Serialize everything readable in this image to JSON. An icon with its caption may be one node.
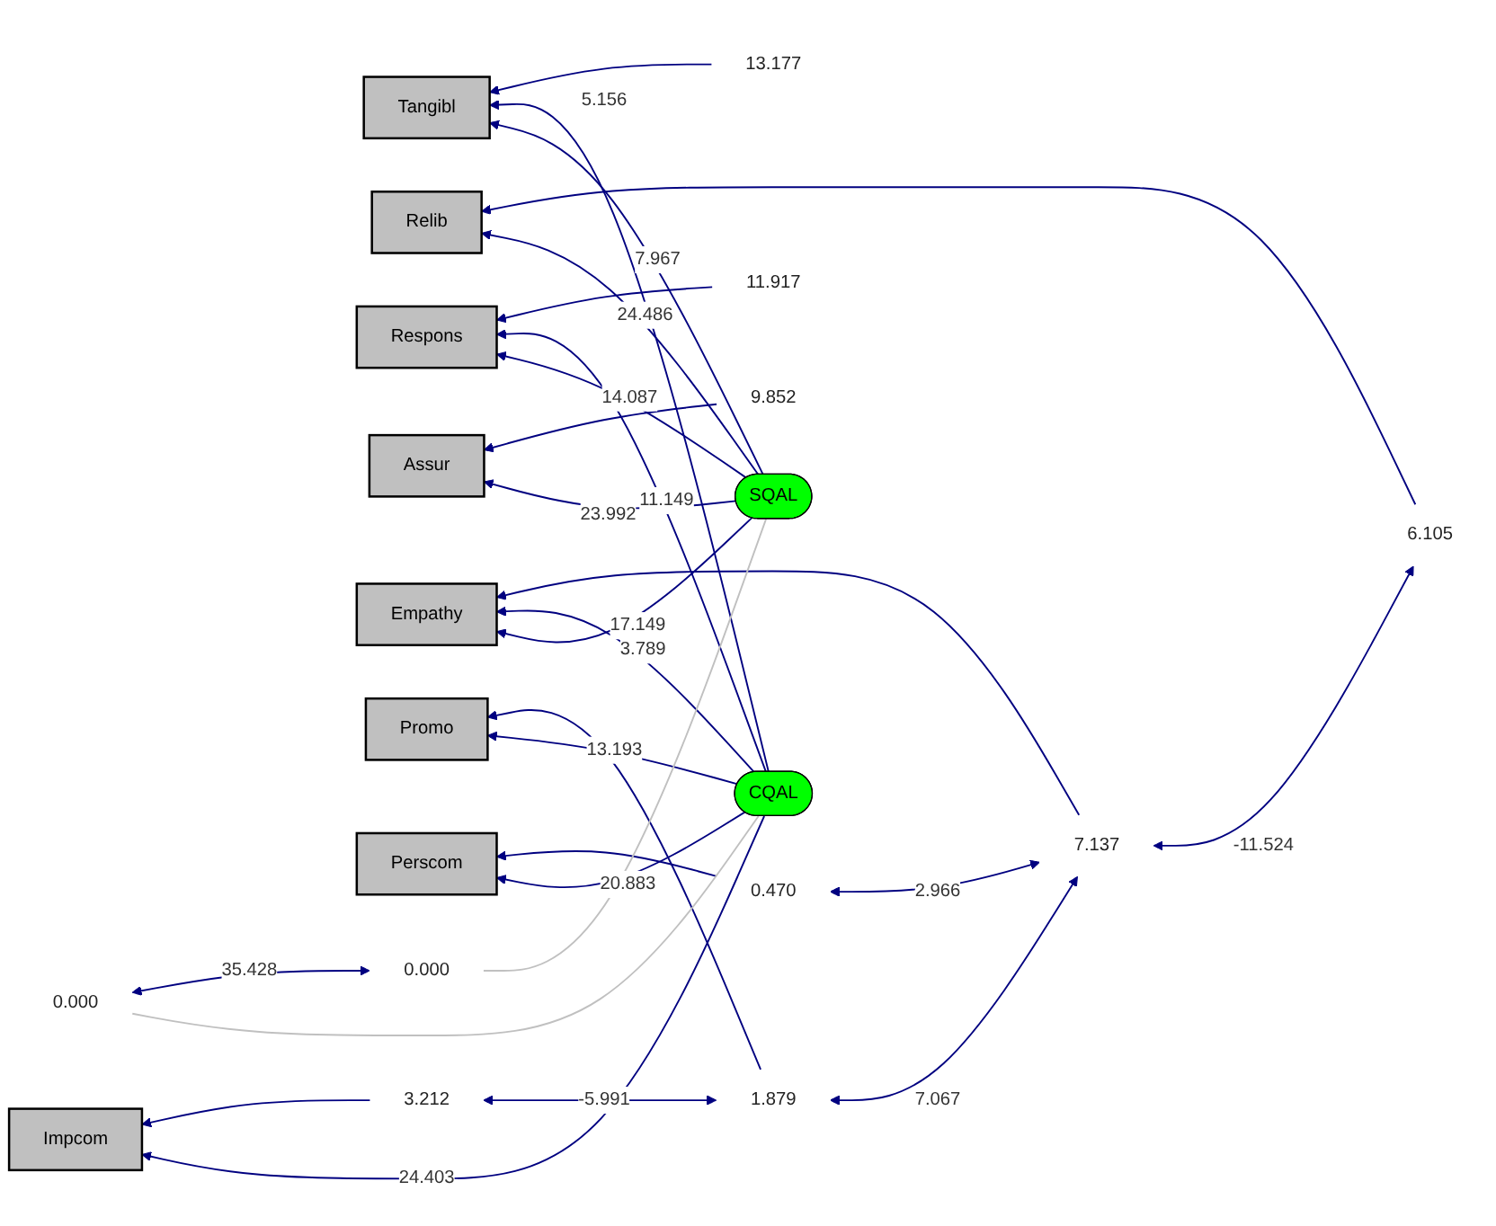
{
  "diagram": {
    "nodes": [
      {
        "text": [
          "Tangibl"
        ]
      },
      {
        "text": [
          "Relib"
        ]
      },
      {
        "text": [
          "Respons"
        ]
      },
      {
        "text": [
          "Assur"
        ]
      },
      {
        "text": [
          "Empathy"
        ]
      },
      {
        "text": [
          "Promo"
        ]
      },
      {
        "text": [
          "Perscom"
        ]
      },
      {
        "text": [
          "Impcom"
        ]
      },
      {
        "text": [
          "SQAL"
        ]
      },
      {
        "text": [
          "CQAL"
        ]
      },
      {
        "text": [
          "13.177"
        ]
      },
      {
        "text": [
          "6.105"
        ]
      },
      {
        "text": [
          "11.917"
        ]
      },
      {
        "text": [
          "9.852"
        ]
      },
      {
        "text": [
          "7.137"
        ]
      },
      {
        "text": [
          "1.879"
        ]
      },
      {
        "text": [
          "0.470"
        ]
      },
      {
        "text": [
          "3.212"
        ]
      },
      {
        "text": [
          "0.000"
        ]
      },
      {
        "text": [
          "0.000"
        ]
      }
    ],
    "edges": [
      {
        "from": 8,
        "to": 0,
        "arrow": "to",
        "label": "7.967"
      },
      {
        "from": 8,
        "to": 1,
        "arrow": "to",
        "label": "24.486"
      },
      {
        "from": 8,
        "to": 2,
        "arrow": "to",
        "label": "14.087"
      },
      {
        "from": 8,
        "to": 3,
        "arrow": "to",
        "label": "23.992"
      },
      {
        "from": 8,
        "to": 4,
        "arrow": "to",
        "label": "17.149"
      },
      {
        "from": 9,
        "to": 0,
        "arrow": "to",
        "label": "5.156"
      },
      {
        "from": 9,
        "to": 2,
        "arrow": "to",
        "label": "11.149"
      },
      {
        "from": 9,
        "to": 4,
        "arrow": "to",
        "label": "3.789"
      },
      {
        "from": 9,
        "to": 5,
        "arrow": "to",
        "label": "13.193"
      },
      {
        "from": 9,
        "to": 6,
        "arrow": "to",
        "label": "20.883"
      },
      {
        "from": 9,
        "to": 7,
        "arrow": "to",
        "label": "24.403"
      },
      {
        "from": 10,
        "to": 0,
        "arrow": "to"
      },
      {
        "from": 11,
        "to": 1,
        "arrow": "to"
      },
      {
        "from": 12,
        "to": 2,
        "arrow": "to"
      },
      {
        "from": 13,
        "to": 3,
        "arrow": "to"
      },
      {
        "from": 14,
        "to": 4,
        "arrow": "to"
      },
      {
        "from": 15,
        "to": 5,
        "arrow": "to"
      },
      {
        "from": 16,
        "to": 6,
        "arrow": "to"
      },
      {
        "from": 17,
        "to": 7,
        "arrow": "to"
      },
      {
        "from": 11,
        "to": 14,
        "arrow": "both",
        "label": "-11.524"
      },
      {
        "from": 14,
        "to": 15,
        "arrow": "both",
        "label": "7.067"
      },
      {
        "from": 14,
        "to": 16,
        "arrow": "both",
        "label": "2.966"
      },
      {
        "from": 15,
        "to": 17,
        "arrow": "both",
        "label": "-5.991"
      },
      {
        "from": 8,
        "to": 18,
        "arrow": "none",
        "color": "#c0c0c0"
      },
      {
        "from": 9,
        "to": 19,
        "arrow": "none",
        "color": "#c0c0c0"
      },
      {
        "from": 18,
        "to": 19,
        "arrow": "both",
        "label": "35.428"
      }
    ]
  }
}
